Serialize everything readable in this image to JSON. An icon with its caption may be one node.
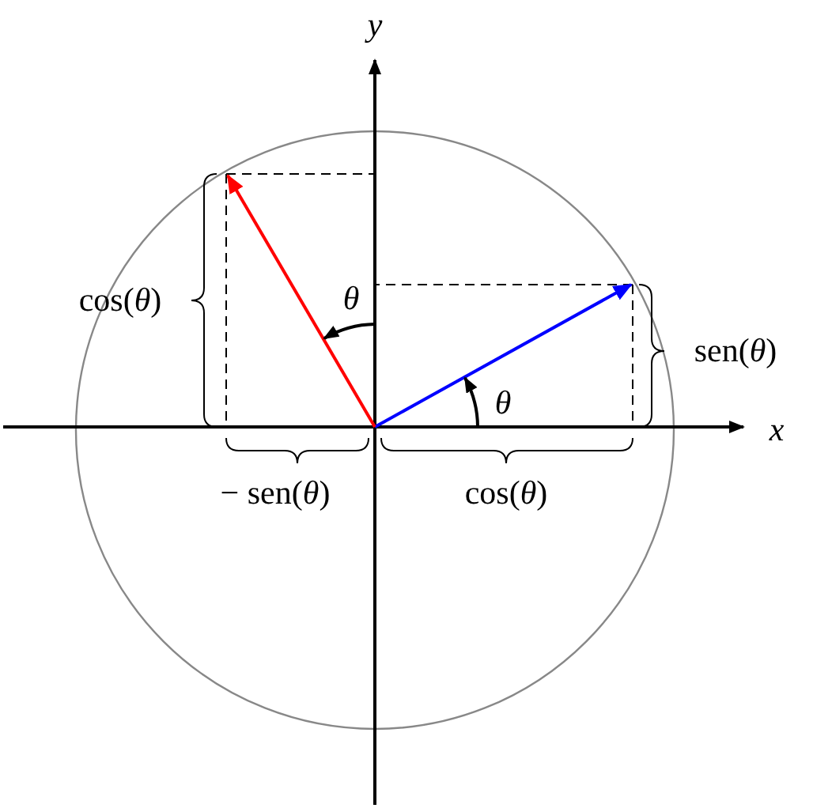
{
  "diagram": {
    "labels": [
      "y",
      "cos(*θ*)",
      "θ",
      "sen(*θ*)",
      "θ",
      "x",
      "− sen(*θ*)",
      "cos(*θ*)"
    ]
  }
}
